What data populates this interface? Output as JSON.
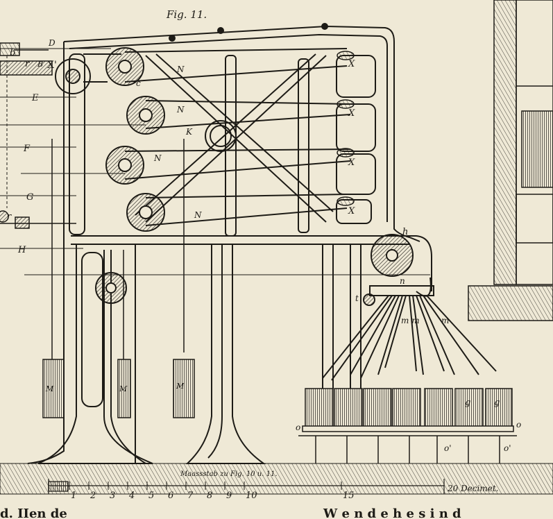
{
  "figure": {
    "title": "Fig. 11.",
    "scale_caption": "Maassstab zu Fig. 10 u. 11.",
    "scale_unit": "20 Decimet.",
    "bottom_left_fragment": "d. IIen de",
    "bottom_right_fragment": "W  e  n  d e h e s i n d"
  },
  "scale_ticks": [
    "1",
    "2",
    "3",
    "4",
    "5",
    "6",
    "7",
    "8",
    "9",
    "10",
    "15"
  ],
  "labels": {
    "D": "D",
    "b": "b",
    "r": "r",
    "B": "B",
    "X_prime": "X'",
    "E": "E",
    "F": "F",
    "G": "G",
    "H": "H",
    "c": "c",
    "N": "N",
    "K": "K",
    "X": "X",
    "h": "h",
    "n": "n",
    "t": "t",
    "m": "m",
    "mm": "m m",
    "g": "g",
    "o": "o",
    "o_prime": "o'",
    "M": "M"
  },
  "colors": {
    "paper": "#efe9d6",
    "ink": "#1d1b16"
  }
}
